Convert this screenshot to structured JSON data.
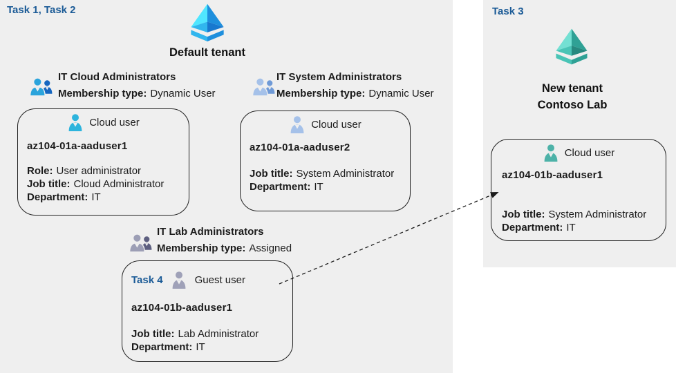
{
  "colors": {
    "panel_bg": "#efefef",
    "task_blue": "#1a5a96",
    "ink": "#1b1b1b",
    "user_cyan": "#2db4dd",
    "user_steel": "#a5c1e9",
    "user_guest": "#9fa1b8",
    "user_teal": "#4db2a8",
    "group_blue_front": "#2ba4dc",
    "group_blue_back": "#1566c0",
    "group_steel_front": "#a5c1e9",
    "group_steel_back": "#6f9ad7",
    "group_gray_front": "#9c9eb5",
    "group_gray_back": "#5d5f80",
    "tenant_blue_light": "#50e6ff",
    "tenant_blue_mid": "#31b6ee",
    "tenant_blue_dark": "#1e8fdd",
    "tenant_blue_deep": "#1878cf",
    "tenant_teal_light": "#74e0d3",
    "tenant_teal_mid": "#49c4b6",
    "tenant_teal_dark": "#2fa195",
    "tenant_teal_deep": "#27897f",
    "arrow": "#1b1b1b"
  },
  "labels": {
    "task_left": "Task 1, Task 2",
    "task_right": "Task 3",
    "task_guest": "Task 4"
  },
  "left_panel": {
    "tenant_name": "Default tenant"
  },
  "right_panel": {
    "tenant_name_line1": "New tenant",
    "tenant_name_line2": "Contoso Lab"
  },
  "groups": [
    {
      "name": "IT Cloud Administrators",
      "membership_label": "Membership type:",
      "membership_value": "Dynamic User"
    },
    {
      "name": "IT System Administrators",
      "membership_label": "Membership type:",
      "membership_value": "Dynamic User"
    },
    {
      "name": "IT Lab Administrators",
      "membership_label": "Membership type:",
      "membership_value": "Assigned"
    }
  ],
  "cards": [
    {
      "user_type": "Cloud user",
      "username": "az104-01a-aaduser1",
      "fields": [
        {
          "label": "Role:",
          "value": "User administrator"
        },
        {
          "label": "Job title:",
          "value": "Cloud Administrator"
        },
        {
          "label": "Department:",
          "value": "IT"
        }
      ]
    },
    {
      "user_type": "Cloud user",
      "username": "az104-01a-aaduser2",
      "fields": [
        {
          "label": "Job title:",
          "value": "System Administrator"
        },
        {
          "label": "Department:",
          "value": "IT"
        }
      ]
    },
    {
      "user_type": "Guest user",
      "username": "az104-01b-aaduser1",
      "fields": [
        {
          "label": "Job title:",
          "value": "Lab Administrator"
        },
        {
          "label": "Department:",
          "value": "IT"
        }
      ]
    },
    {
      "user_type": "Cloud user",
      "username": "az104-01b-aaduser1",
      "fields": [
        {
          "label": "Job title:",
          "value": "System Administrator"
        },
        {
          "label": "Department:",
          "value": "IT"
        }
      ]
    }
  ],
  "icons": {
    "tenant_default": "azure-ad-diamond-icon (blue)",
    "tenant_new": "azure-ad-diamond-icon (teal)",
    "group": "two-users-icon",
    "user": "single-user-icon",
    "connector": "dashed-arrow"
  }
}
